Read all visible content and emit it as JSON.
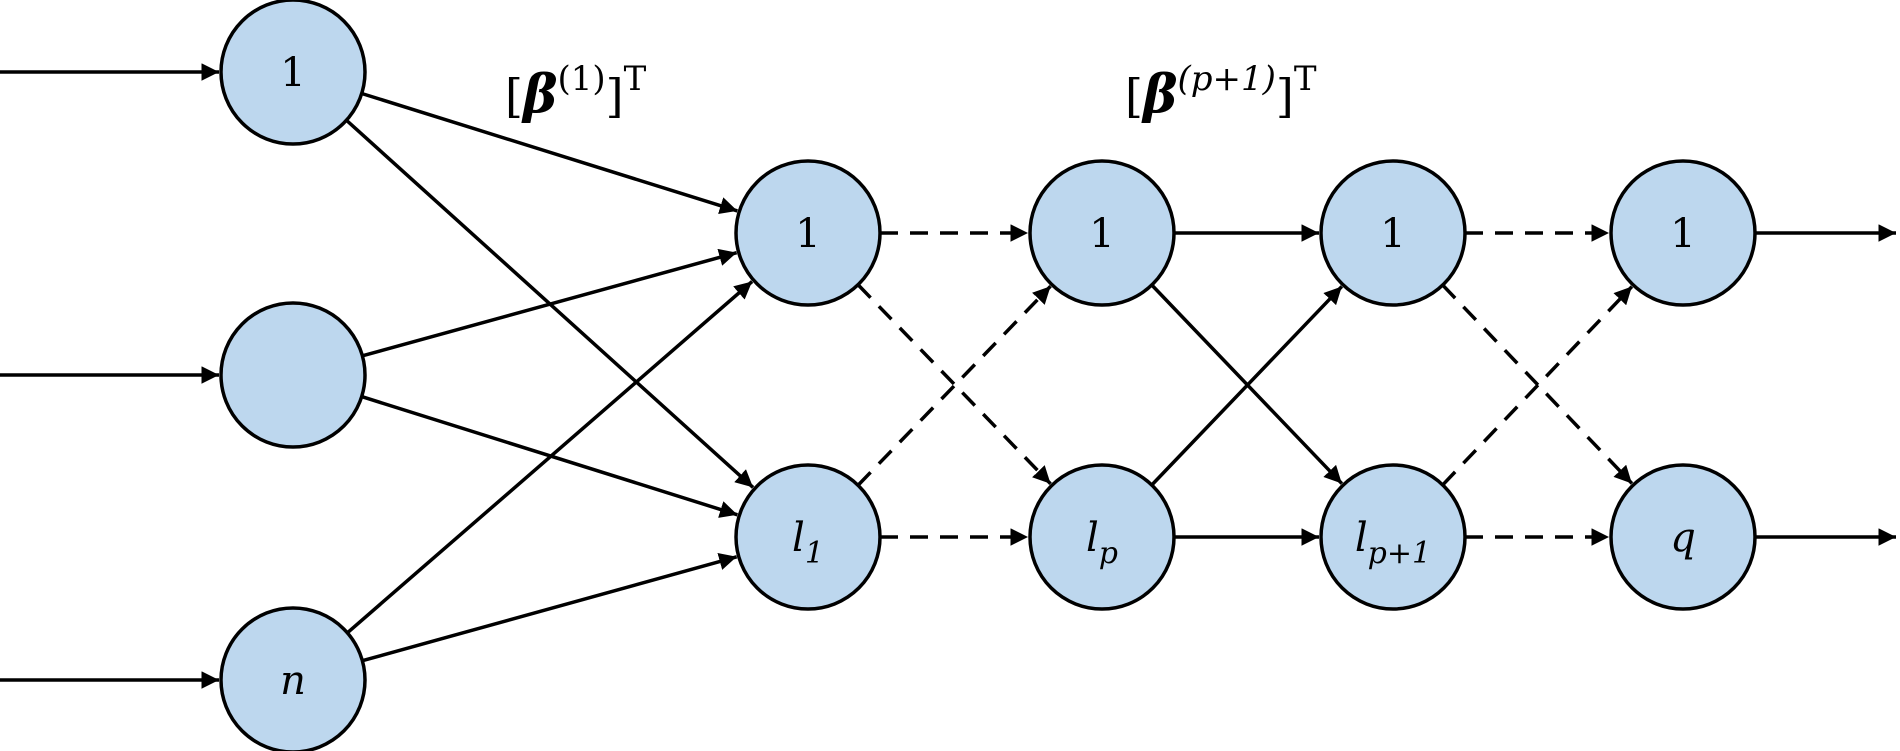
{
  "nodes": [
    {
      "id": "in_1",
      "label": "1",
      "italic": false
    },
    {
      "id": "in_mid",
      "label": "",
      "italic": false
    },
    {
      "id": "in_n",
      "label": "n",
      "italic": true
    },
    {
      "id": "h1_1",
      "label": "1",
      "italic": false
    },
    {
      "id": "h1_l1",
      "label": "l",
      "sub": "1",
      "italic": true
    },
    {
      "id": "hp_1",
      "label": "1",
      "italic": false
    },
    {
      "id": "hp_lp",
      "label": "l",
      "sub": "p",
      "italic": true
    },
    {
      "id": "hp1_1",
      "label": "1",
      "italic": false
    },
    {
      "id": "hp1_lp1",
      "label": "l",
      "sub": "p+1",
      "italic": true
    },
    {
      "id": "out_1",
      "label": "1",
      "italic": false
    },
    {
      "id": "out_q",
      "label": "q",
      "italic": true
    }
  ],
  "edges": [
    {
      "from": "in_1",
      "to": "h1_1",
      "style": "solid"
    },
    {
      "from": "in_1",
      "to": "h1_l1",
      "style": "solid"
    },
    {
      "from": "in_mid",
      "to": "h1_1",
      "style": "solid"
    },
    {
      "from": "in_mid",
      "to": "h1_l1",
      "style": "solid"
    },
    {
      "from": "in_n",
      "to": "h1_1",
      "style": "solid"
    },
    {
      "from": "in_n",
      "to": "h1_l1",
      "style": "solid"
    },
    {
      "from": "h1_1",
      "to": "hp_1",
      "style": "dashed"
    },
    {
      "from": "h1_1",
      "to": "hp_lp",
      "style": "dashed"
    },
    {
      "from": "h1_l1",
      "to": "hp_1",
      "style": "dashed"
    },
    {
      "from": "h1_l1",
      "to": "hp_lp",
      "style": "dashed"
    },
    {
      "from": "hp_1",
      "to": "hp1_1",
      "style": "solid"
    },
    {
      "from": "hp_1",
      "to": "hp1_lp1",
      "style": "solid"
    },
    {
      "from": "hp_lp",
      "to": "hp1_1",
      "style": "solid"
    },
    {
      "from": "hp_lp",
      "to": "hp1_lp1",
      "style": "solid"
    },
    {
      "from": "hp1_1",
      "to": "out_1",
      "style": "dashed"
    },
    {
      "from": "hp1_1",
      "to": "out_q",
      "style": "dashed"
    },
    {
      "from": "hp1_lp1",
      "to": "out_1",
      "style": "dashed"
    },
    {
      "from": "hp1_lp1",
      "to": "out_q",
      "style": "dashed"
    }
  ],
  "inputs": [
    "in_1",
    "in_mid",
    "in_n"
  ],
  "outputs": [
    "out_1",
    "out_q"
  ],
  "weight_labels": [
    {
      "id": "beta1",
      "bracket_open": "[",
      "symbol": "β",
      "superscript": "(1)",
      "bracket_close": "]",
      "transpose": "T"
    },
    {
      "id": "betap1",
      "bracket_open": "[",
      "symbol": "β",
      "superscript": "(p+1)",
      "bracket_close": "]",
      "transpose": "T"
    }
  ],
  "colors": {
    "node_fill": "#bdd7ee",
    "stroke": "#000000",
    "background": "#ffffff"
  }
}
